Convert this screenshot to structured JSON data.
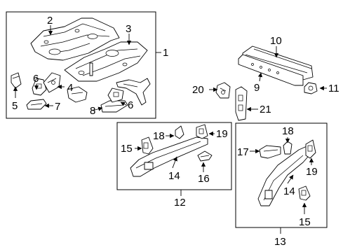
{
  "callouts": {
    "c1": "1",
    "c2": "2",
    "c3": "3",
    "c4": "4",
    "c5": "5",
    "c6a": "6",
    "c6b": "6",
    "c7": "7",
    "c8": "8",
    "c9": "9",
    "c10": "10",
    "c11": "11",
    "c12": "12",
    "c13": "13",
    "c14a": "14",
    "c14b": "14",
    "c15a": "15",
    "c15b": "15",
    "c16": "16",
    "c17": "17",
    "c18a": "18",
    "c18b": "18",
    "c19a": "19",
    "c19b": "19",
    "c20": "20",
    "c21": "21"
  }
}
